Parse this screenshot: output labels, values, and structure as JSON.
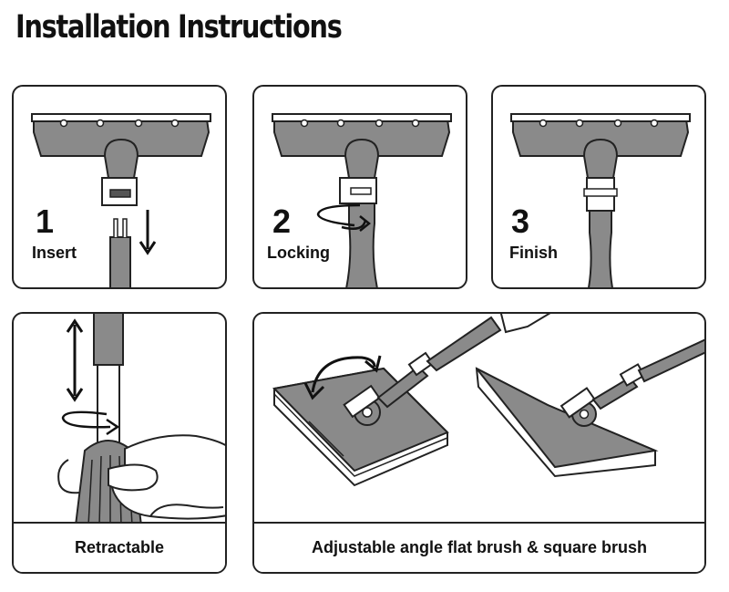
{
  "title": "Installation Instructions",
  "steps": [
    {
      "number": "1",
      "label": "Insert"
    },
    {
      "number": "2",
      "label": "Locking"
    },
    {
      "number": "3",
      "label": "Finish"
    }
  ],
  "captions": {
    "retractable": "Retractable",
    "brushes": "Adjustable angle flat brush & square brush"
  },
  "colors": {
    "outline": "#222222",
    "fill": "#8a8a8a",
    "background": "#ffffff"
  },
  "icons": [
    "arrow-down-icon",
    "rotate-arrow-icon",
    "double-arrow-icon",
    "curved-arrow-icon"
  ]
}
